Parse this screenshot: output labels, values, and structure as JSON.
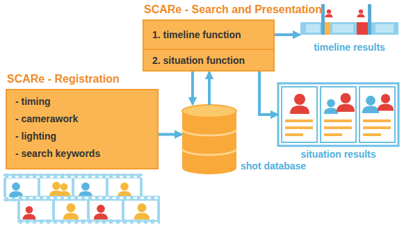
{
  "diagram": {
    "nodes": [
      {
        "text": [
          "SCARe - Search and Presentation"
        ]
      },
      {
        "text": [
          "1. timeline function"
        ],
        "in": 0
      },
      {
        "text": [
          "2. situation function"
        ],
        "in": 0
      },
      {
        "text": [
          "SCARe - Registration",
          "- timing",
          "- camerawork",
          "- lighting",
          "- search keywords"
        ]
      },
      {
        "text": [
          "shot database"
        ]
      },
      {
        "text": [
          "timeline results"
        ]
      },
      {
        "text": [
          "situation results"
        ]
      }
    ],
    "edges": [
      {
        "from": 3,
        "to": 4,
        "arrow": "to"
      },
      {
        "from": 0,
        "to": 4,
        "arrow": "to"
      },
      {
        "from": 4,
        "to": 0,
        "arrow": "to"
      },
      {
        "from": 1,
        "to": 5,
        "arrow": "to"
      },
      {
        "from": 2,
        "to": 6,
        "arrow": "to"
      }
    ]
  }
}
